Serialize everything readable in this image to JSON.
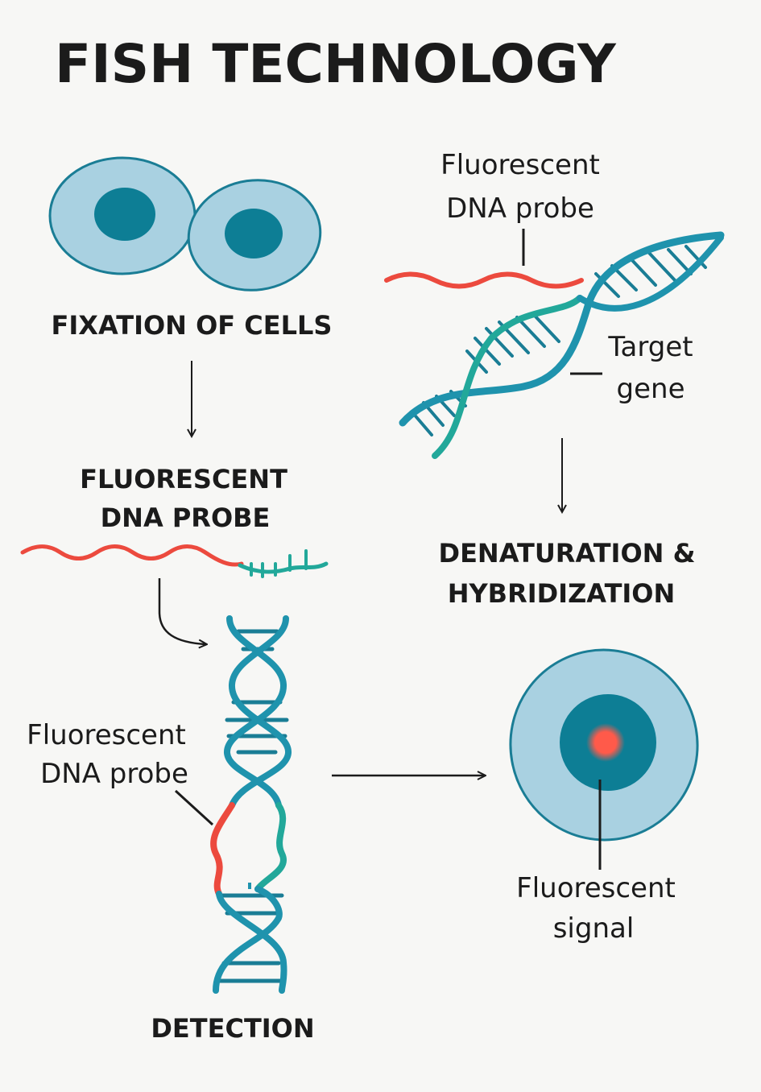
{
  "title": "FISH TECHNOLOGY",
  "steps": {
    "fixation": "FIXATION OF CELLS",
    "probe_line1": "FLUORESCENT",
    "probe_line2": "DNA PROBE",
    "denature_line1": "DENATURATION &",
    "denature_line2": "HYBRIDIZATION",
    "detection": "DETECTION"
  },
  "labels": {
    "probe_top_line1": "Fluorescent",
    "probe_top_line2": "DNA probe",
    "target_line1": "Target",
    "target_line2": "gene",
    "probe_left_line1": "Fluorescent",
    "probe_left_line2": "DNA probe",
    "signal_line1": "Fluorescent",
    "signal_line2": "signal"
  },
  "colors": {
    "cell_fill": "#a9d1e1",
    "cell_stroke": "#1a7d95",
    "nucleus": "#0d7e95",
    "dna_teal": "#1f93ad",
    "dna_green": "#22a89a",
    "probe_red": "#ec4a3e",
    "signal": "#ff5a4a"
  }
}
